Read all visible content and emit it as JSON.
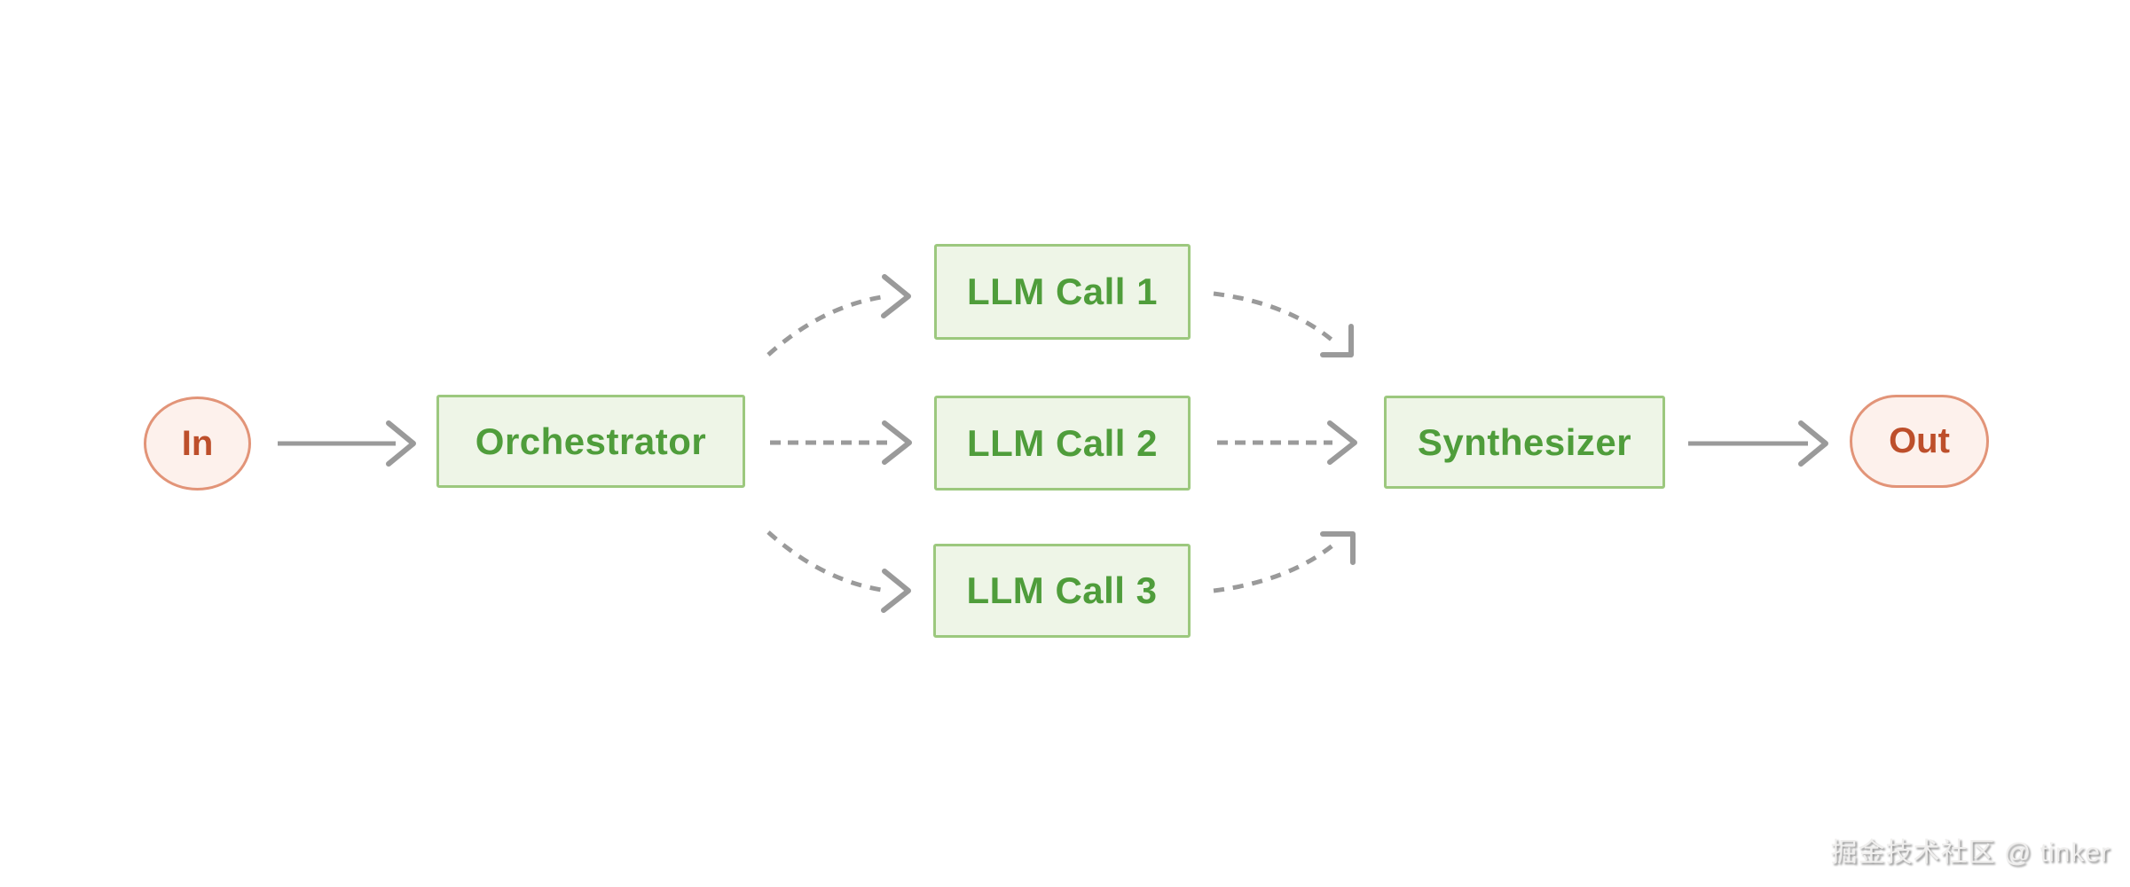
{
  "diagram": {
    "kind": "flowchart",
    "pattern": "orchestrator-workers",
    "nodes": {
      "in": {
        "label": "In",
        "shape": "circle",
        "role": "input-terminal"
      },
      "orchestrator": {
        "label": "Orchestrator",
        "shape": "rect",
        "role": "process"
      },
      "llm1": {
        "label": "LLM Call 1",
        "shape": "rect",
        "role": "process"
      },
      "llm2": {
        "label": "LLM Call 2",
        "shape": "rect",
        "role": "process"
      },
      "llm3": {
        "label": "LLM Call 3",
        "shape": "rect",
        "role": "process"
      },
      "synthesizer": {
        "label": "Synthesizer",
        "shape": "rect",
        "role": "process"
      },
      "out": {
        "label": "Out",
        "shape": "pill",
        "role": "output-terminal"
      }
    },
    "edges": [
      {
        "from": "in",
        "to": "orchestrator",
        "style": "solid"
      },
      {
        "from": "orchestrator",
        "to": "llm1",
        "style": "dashed"
      },
      {
        "from": "orchestrator",
        "to": "llm2",
        "style": "dashed"
      },
      {
        "from": "orchestrator",
        "to": "llm3",
        "style": "dashed"
      },
      {
        "from": "llm1",
        "to": "synthesizer",
        "style": "dashed"
      },
      {
        "from": "llm2",
        "to": "synthesizer",
        "style": "dashed"
      },
      {
        "from": "llm3",
        "to": "synthesizer",
        "style": "dashed"
      },
      {
        "from": "synthesizer",
        "to": "out",
        "style": "solid"
      }
    ],
    "watermark": "掘金技术社区 @ tinker"
  },
  "theme": {
    "bg": "#ffffff",
    "green_fill": "#eef5e7",
    "green_border": "#9cc87e",
    "green_text": "#4f9d3b",
    "pink_fill": "#fdf1ec",
    "pink_border": "#e29478",
    "rust_text": "#bd4f2b",
    "arrow_gray": "#9a9a9a"
  }
}
